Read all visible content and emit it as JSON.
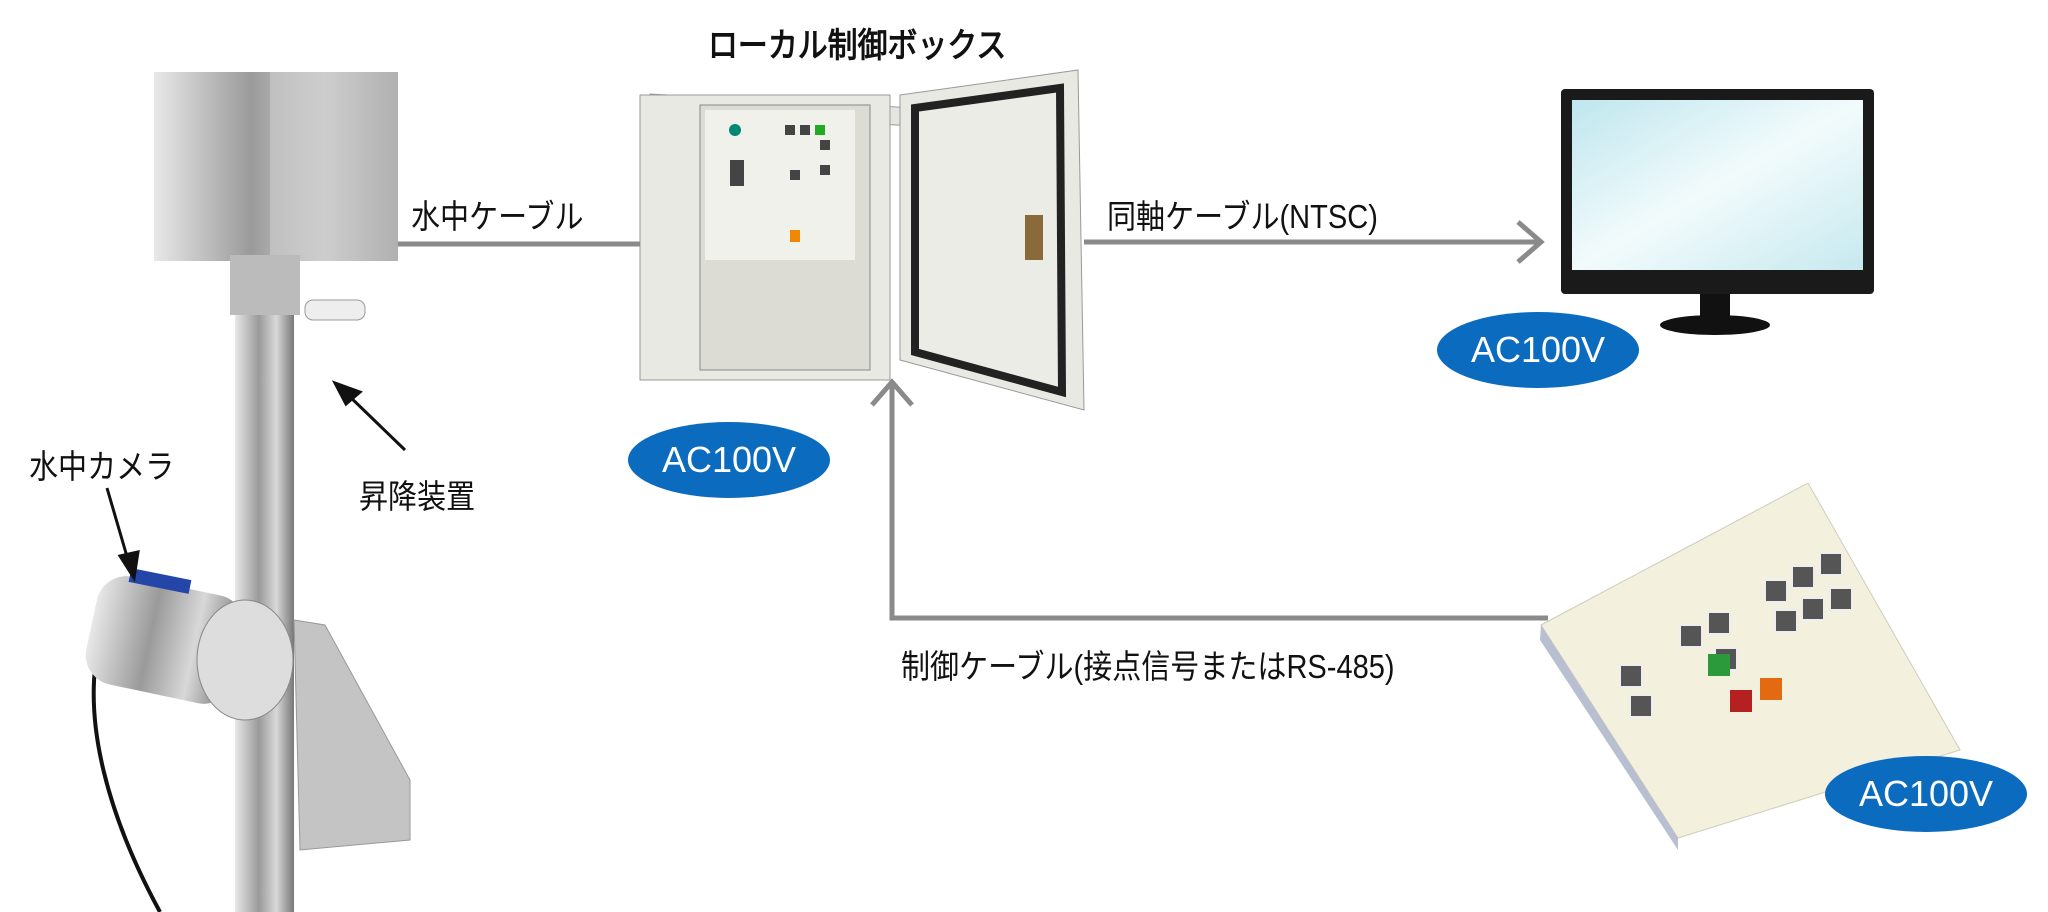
{
  "title": "ローカル制御ボックス",
  "labels": {
    "underwater_cable": "水中ケーブル",
    "coax_cable": "同軸ケーブル(NTSC)",
    "control_cable": "制御ケーブル(接点信号またはRS-485)",
    "underwater_camera": "水中カメラ",
    "lifting_device": "昇降装置"
  },
  "power": {
    "box": "AC100V",
    "monitor": "AC100V",
    "keypad": "AC100V"
  },
  "colors": {
    "badge": "#0b6bbf",
    "line": "#8a8a8a"
  }
}
